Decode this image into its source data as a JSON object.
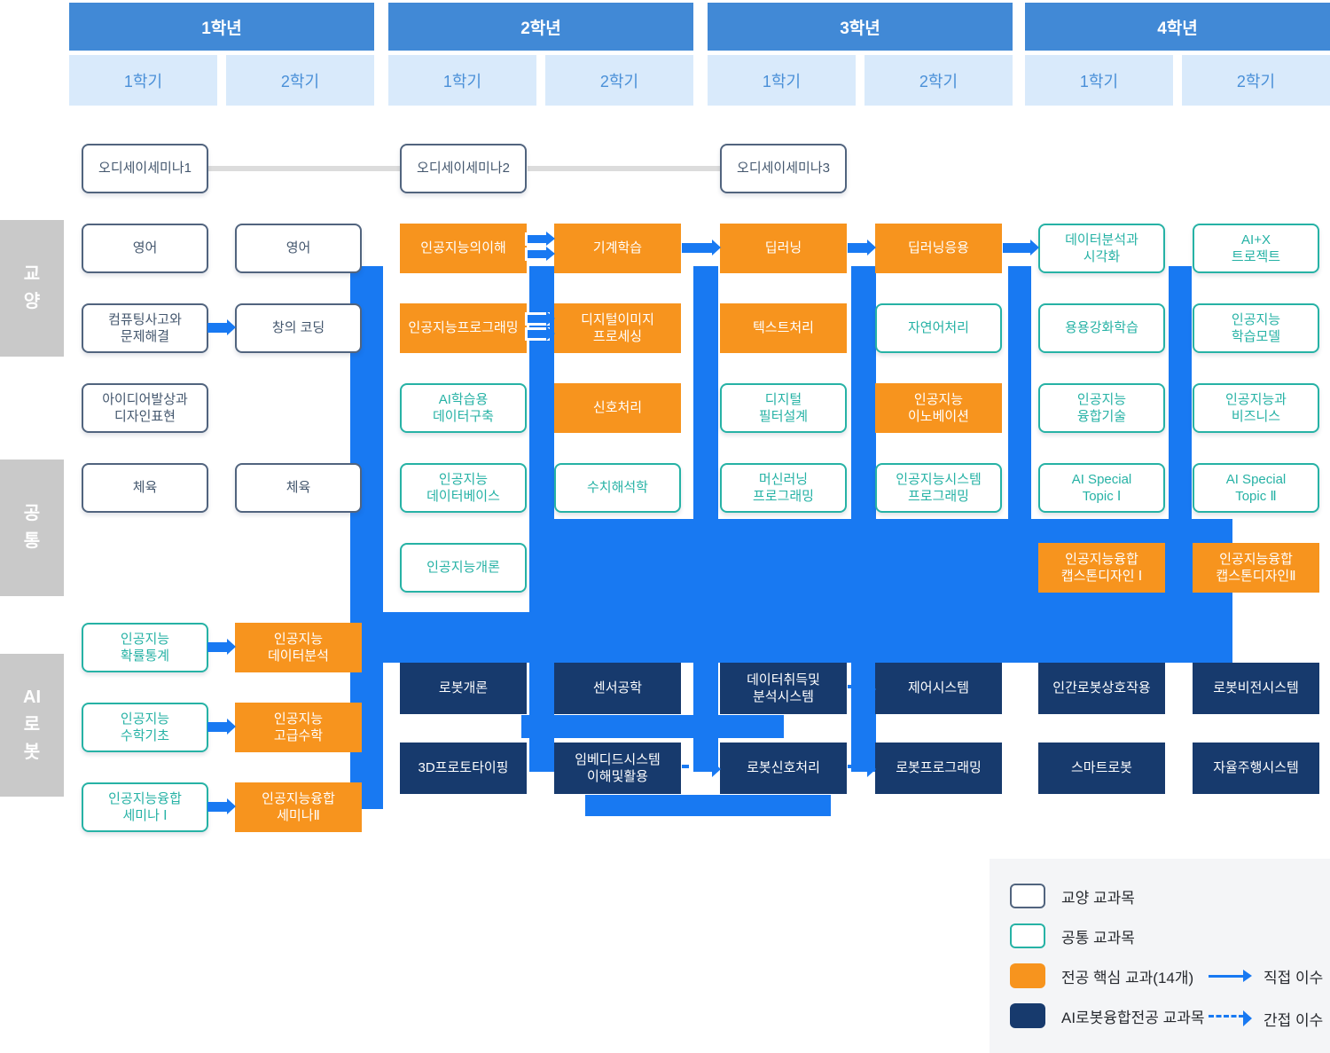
{
  "header": {
    "years": [
      {
        "label": "1학년",
        "semesters": [
          "1학기",
          "2학기"
        ]
      },
      {
        "label": "2학년",
        "semesters": [
          "1학기",
          "2학기"
        ]
      },
      {
        "label": "3학년",
        "semesters": [
          "1학기",
          "2학기"
        ]
      },
      {
        "label": "4학년",
        "semesters": [
          "1학기",
          "2학기"
        ]
      }
    ]
  },
  "side_labels": [
    {
      "id": "liberal",
      "label": "교\n양"
    },
    {
      "id": "common",
      "label": "공\n통"
    },
    {
      "id": "airobot",
      "label": "AI\n로\n봇"
    }
  ],
  "courses": [
    {
      "label": "오디세이세미나1",
      "type": "liberal",
      "col": 1,
      "row": "ody"
    },
    {
      "label": "오디세이세미나2",
      "type": "liberal",
      "col": 3,
      "row": "ody"
    },
    {
      "label": "오디세이세미나3",
      "type": "liberal",
      "col": 5,
      "row": "ody"
    },
    {
      "label": "영어",
      "type": "liberal",
      "col": 1,
      "row": "r1"
    },
    {
      "label": "영어",
      "type": "liberal",
      "col": 2,
      "row": "r1"
    },
    {
      "label": "인공지능의이해",
      "type": "core",
      "col": 3,
      "row": "r1"
    },
    {
      "label": "기계학습",
      "type": "core",
      "col": 4,
      "row": "r1"
    },
    {
      "label": "딥러닝",
      "type": "core",
      "col": 5,
      "row": "r1"
    },
    {
      "label": "딥러닝응용",
      "type": "core",
      "col": 6,
      "row": "r1"
    },
    {
      "label": "데이터분석과\n시각화",
      "type": "common",
      "col": 7,
      "row": "r1"
    },
    {
      "label": "AI+X\n트로젝트",
      "type": "common",
      "col": 8,
      "row": "r1"
    },
    {
      "label": "컴퓨팅사고와\n문제해결",
      "type": "liberal",
      "col": 1,
      "row": "r2"
    },
    {
      "label": "창의 코딩",
      "type": "liberal",
      "col": 2,
      "row": "r2"
    },
    {
      "label": "인공지능프로그래밍",
      "type": "core",
      "col": 3,
      "row": "r2"
    },
    {
      "label": "디지털이미지\n프로세싱",
      "type": "core",
      "col": 4,
      "row": "r2"
    },
    {
      "label": "텍스트처리",
      "type": "core",
      "col": 5,
      "row": "r2"
    },
    {
      "label": "자연어처리",
      "type": "common",
      "col": 6,
      "row": "r2"
    },
    {
      "label": "용용강화학습",
      "type": "common",
      "col": 7,
      "row": "r2"
    },
    {
      "label": "인공지능\n학습모델",
      "type": "common",
      "col": 8,
      "row": "r2"
    },
    {
      "label": "아이디어발상과\n디자인표현",
      "type": "liberal",
      "col": 1,
      "row": "r3"
    },
    {
      "label": "AI학습용\n데이터구축",
      "type": "common",
      "col": 3,
      "row": "r3"
    },
    {
      "label": "신호처리",
      "type": "core",
      "col": 4,
      "row": "r3"
    },
    {
      "label": "디지털\n필터설계",
      "type": "common",
      "col": 5,
      "row": "r3"
    },
    {
      "label": "인공지능\n이노베이션",
      "type": "core",
      "col": 6,
      "row": "r3"
    },
    {
      "label": "인공지능\n융합기술",
      "type": "common",
      "col": 7,
      "row": "r3"
    },
    {
      "label": "인공지능과\n비즈니스",
      "type": "common",
      "col": 8,
      "row": "r3"
    },
    {
      "label": "체육",
      "type": "liberal",
      "col": 1,
      "row": "r4"
    },
    {
      "label": "체육",
      "type": "liberal",
      "col": 2,
      "row": "r4"
    },
    {
      "label": "인공지능\n데이터베이스",
      "type": "common",
      "col": 3,
      "row": "r4"
    },
    {
      "label": "수치해석학",
      "type": "common",
      "col": 4,
      "row": "r4"
    },
    {
      "label": "머신러닝\n프로그래밍",
      "type": "common",
      "col": 5,
      "row": "r4"
    },
    {
      "label": "인공지능시스템\n프로그래밍",
      "type": "common",
      "col": 6,
      "row": "r4"
    },
    {
      "label": "AI Special\nTopic Ⅰ",
      "type": "common",
      "col": 7,
      "row": "r4"
    },
    {
      "label": "AI Special\nTopic Ⅱ",
      "type": "common",
      "col": 8,
      "row": "r4"
    },
    {
      "label": "인공지능개론",
      "type": "common",
      "col": 3,
      "row": "r5"
    },
    {
      "label": "인공지능융합\n캡스톤디자인 Ⅰ",
      "type": "core",
      "col": 7,
      "row": "r5"
    },
    {
      "label": "인공지능융합\n캡스톤디자인Ⅱ",
      "type": "core",
      "col": 8,
      "row": "r5"
    },
    {
      "label": "인공지능\n확률통계",
      "type": "common",
      "col": 1,
      "row": "r6"
    },
    {
      "label": "인공지능\n데이터분석",
      "type": "core",
      "col": 2,
      "row": "r6"
    },
    {
      "label": "인공지능\n수학기초",
      "type": "common",
      "col": 1,
      "row": "r7"
    },
    {
      "label": "인공지능\n고급수학",
      "type": "core",
      "col": 2,
      "row": "r7"
    },
    {
      "label": "인공지능융합\n세미나 Ⅰ",
      "type": "common",
      "col": 1,
      "row": "r8"
    },
    {
      "label": "인공지능융합\n세미나Ⅱ",
      "type": "core",
      "col": 2,
      "row": "r8"
    },
    {
      "label": "로봇개론",
      "type": "robot",
      "col": 3,
      "row": "na"
    },
    {
      "label": "센서공학",
      "type": "robot",
      "col": 4,
      "row": "na"
    },
    {
      "label": "데이터취득및\n분석시스템",
      "type": "robot",
      "col": 5,
      "row": "na"
    },
    {
      "label": "제어시스템",
      "type": "robot",
      "col": 6,
      "row": "na"
    },
    {
      "label": "인간로봇상호작용",
      "type": "robot",
      "col": 7,
      "row": "na"
    },
    {
      "label": "로봇비전시스템",
      "type": "robot",
      "col": 8,
      "row": "na"
    },
    {
      "label": "3D프로토타이핑",
      "type": "robot",
      "col": 3,
      "row": "nb"
    },
    {
      "label": "임베디드시스템\n이해및활용",
      "type": "robot",
      "col": 4,
      "row": "nb"
    },
    {
      "label": "로봇신호처리",
      "type": "robot",
      "col": 5,
      "row": "nb"
    },
    {
      "label": "로봇프로그래밍",
      "type": "robot",
      "col": 6,
      "row": "nb"
    },
    {
      "label": "스마트로봇",
      "type": "robot",
      "col": 7,
      "row": "nb"
    },
    {
      "label": "자율주행시스템",
      "type": "robot",
      "col": 8,
      "row": "nb"
    }
  ],
  "legend": {
    "items": [
      {
        "type": "liberal",
        "label": "교양 교과목"
      },
      {
        "type": "common",
        "label": "공통 교과목"
      },
      {
        "type": "core",
        "label": "전공 핵심 교과(14개)"
      },
      {
        "type": "robot",
        "label": "AI로봇융합전공 교과목"
      }
    ],
    "arrows": [
      {
        "style": "solid",
        "label": "직접 이수"
      },
      {
        "style": "dashed",
        "label": "간접 이수"
      }
    ]
  },
  "colors": {
    "year_header": "#4189d6",
    "semester_header_bg": "#d9eafb",
    "semester_header_text": "#4a90d8",
    "core_orange": "#f7941e",
    "robot_navy": "#173a6d",
    "liberal_border": "#51647e",
    "common_border": "#26b2a5",
    "connector_blue": "#1879f2",
    "side_label_gray": "#c9c9c9",
    "legend_bg": "#f4f5f7"
  }
}
